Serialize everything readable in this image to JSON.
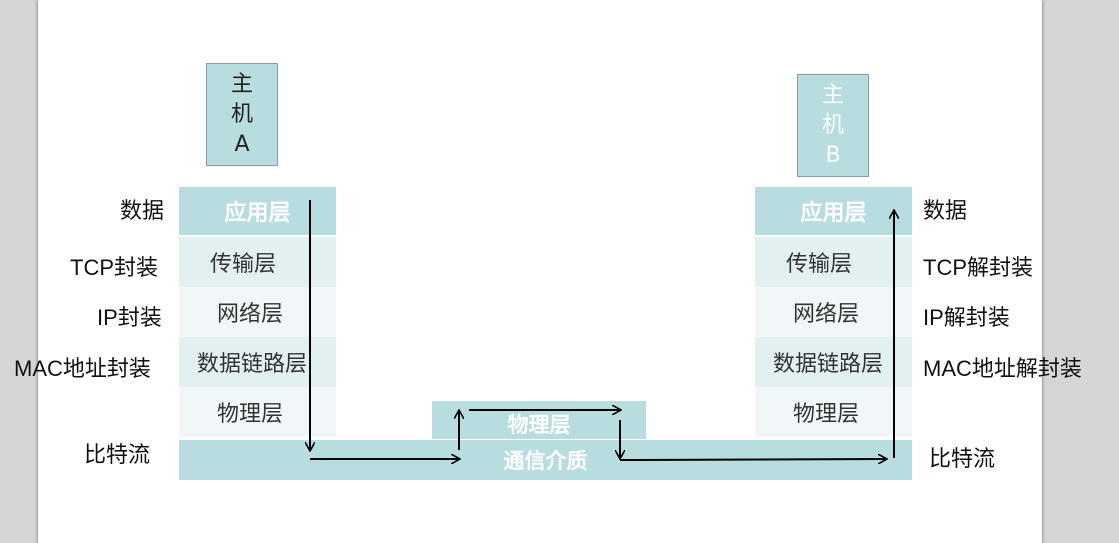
{
  "host_a": {
    "line1": "主",
    "line2": "机",
    "line3": "A"
  },
  "host_b": {
    "line1": "主",
    "line2": "机",
    "line3": "B"
  },
  "left_stack": {
    "application": "应用层",
    "transport": "传输层",
    "network": "网络层",
    "datalink": "数据链路层",
    "physical": "物理层"
  },
  "right_stack": {
    "application": "应用层",
    "transport": "传输层",
    "network": "网络层",
    "datalink": "数据链路层",
    "physical": "物理层"
  },
  "middle": {
    "physical": "物理层",
    "medium": "通信介质"
  },
  "left_labels": {
    "data": "数据",
    "tcp": "TCP封装",
    "ip": "IP封装",
    "mac": "MAC地址封装",
    "bits": "比特流"
  },
  "right_labels": {
    "data": "数据",
    "tcp": "TCP解封装",
    "ip": "IP解封装",
    "mac": "MAC地址解封装",
    "bits": "比特流"
  }
}
